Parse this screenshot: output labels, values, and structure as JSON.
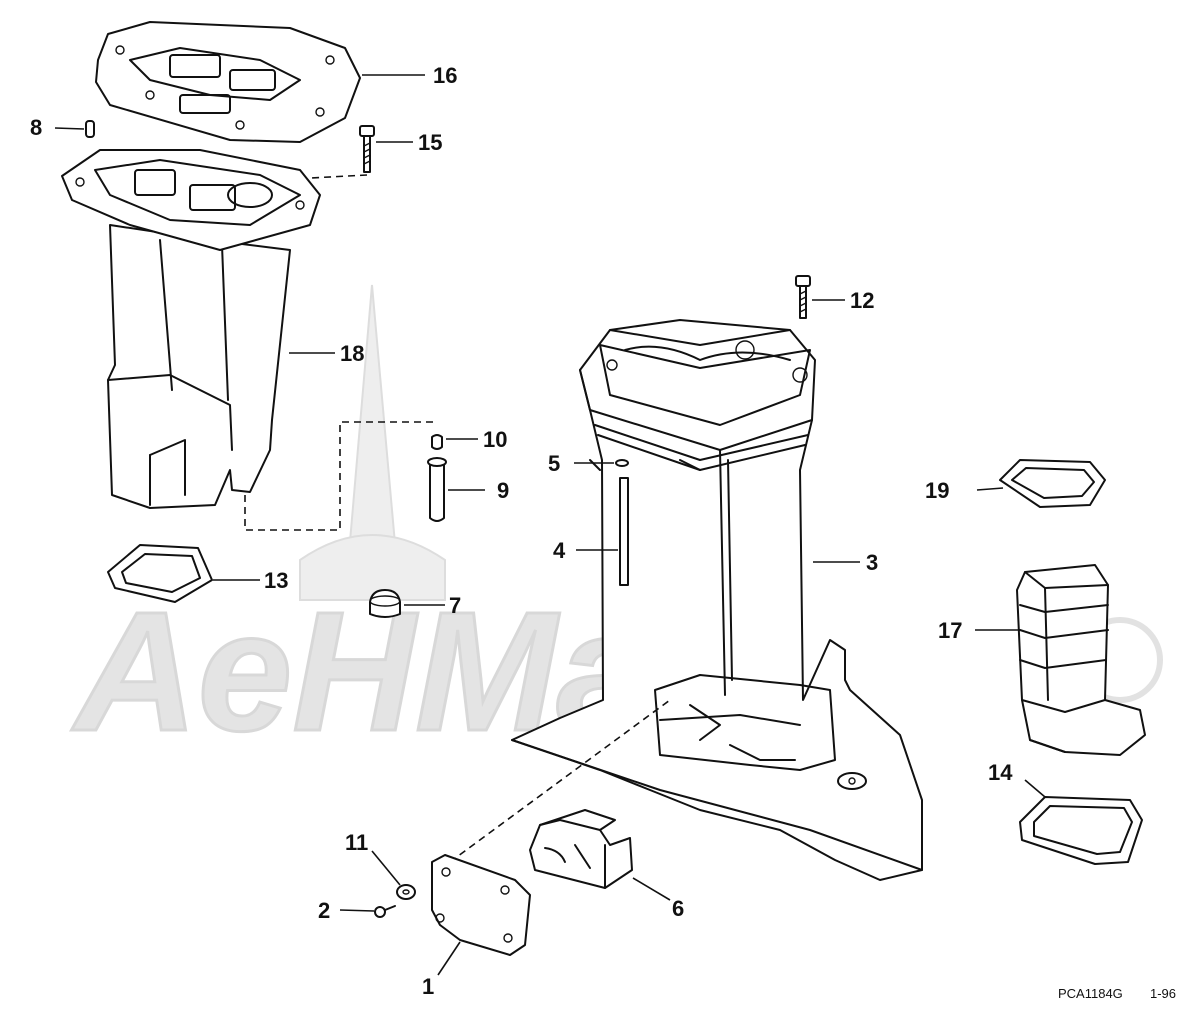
{
  "watermark": {
    "text": "AeHMam"
  },
  "drawing_code": "PCA1184G",
  "revision": "1-96",
  "callouts": [
    {
      "id": "1",
      "label": "1"
    },
    {
      "id": "2",
      "label": "2"
    },
    {
      "id": "3",
      "label": "3"
    },
    {
      "id": "4",
      "label": "4"
    },
    {
      "id": "5",
      "label": "5"
    },
    {
      "id": "6",
      "label": "6"
    },
    {
      "id": "7",
      "label": "7"
    },
    {
      "id": "8",
      "label": "8"
    },
    {
      "id": "9",
      "label": "9"
    },
    {
      "id": "10",
      "label": "10"
    },
    {
      "id": "11",
      "label": "11"
    },
    {
      "id": "12",
      "label": "12"
    },
    {
      "id": "13",
      "label": "13"
    },
    {
      "id": "14",
      "label": "14"
    },
    {
      "id": "15",
      "label": "15"
    },
    {
      "id": "16",
      "label": "16"
    },
    {
      "id": "17",
      "label": "17"
    },
    {
      "id": "18",
      "label": "18"
    },
    {
      "id": "19",
      "label": "19"
    }
  ]
}
